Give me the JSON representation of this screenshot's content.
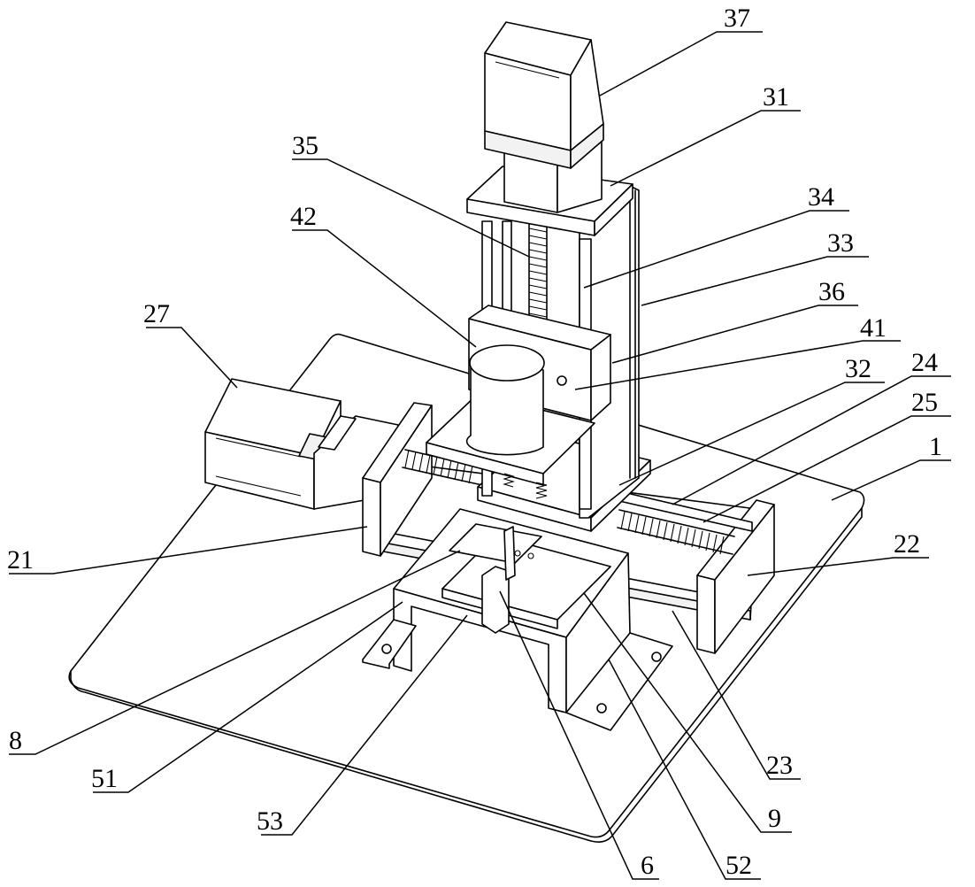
{
  "figure": {
    "type": "mechanical-patent-drawing",
    "subject": "three-axis motorized positioning stage"
  },
  "labels": [
    {
      "id": "37",
      "text": "37"
    },
    {
      "id": "31",
      "text": "31"
    },
    {
      "id": "35",
      "text": "35"
    },
    {
      "id": "34",
      "text": "34"
    },
    {
      "id": "42",
      "text": "42"
    },
    {
      "id": "33",
      "text": "33"
    },
    {
      "id": "36",
      "text": "36"
    },
    {
      "id": "27",
      "text": "27"
    },
    {
      "id": "41",
      "text": "41"
    },
    {
      "id": "32",
      "text": "32"
    },
    {
      "id": "24",
      "text": "24"
    },
    {
      "id": "25",
      "text": "25"
    },
    {
      "id": "1",
      "text": "1"
    },
    {
      "id": "21",
      "text": "21"
    },
    {
      "id": "22",
      "text": "22"
    },
    {
      "id": "8",
      "text": "8"
    },
    {
      "id": "51",
      "text": "51"
    },
    {
      "id": "23",
      "text": "23"
    },
    {
      "id": "53",
      "text": "53"
    },
    {
      "id": "9",
      "text": "9"
    },
    {
      "id": "6",
      "text": "6"
    },
    {
      "id": "52",
      "text": "52"
    }
  ]
}
